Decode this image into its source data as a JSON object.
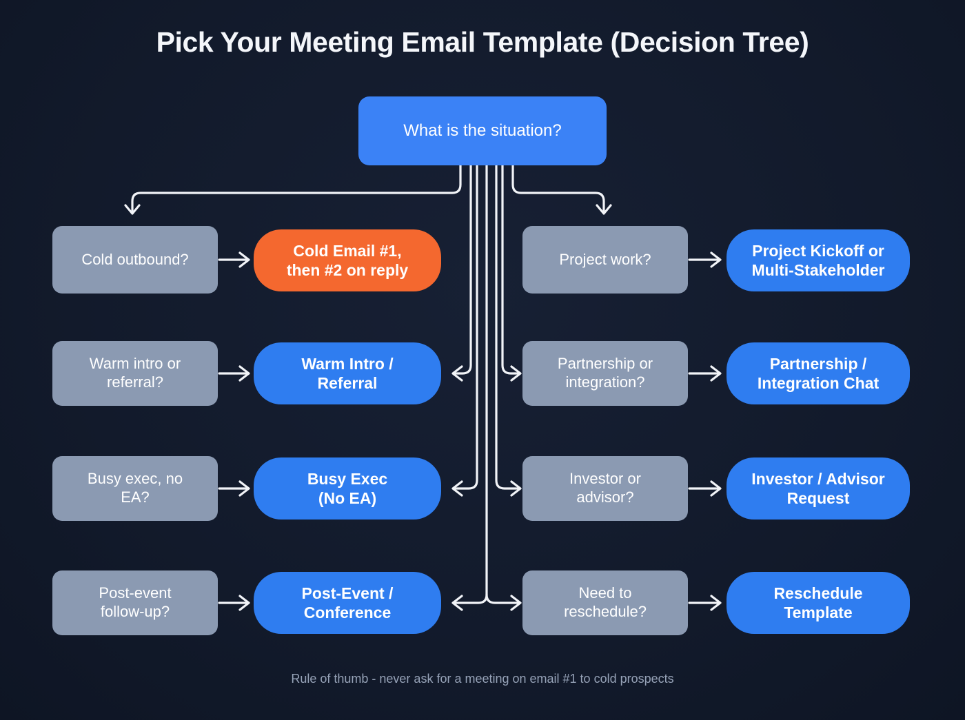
{
  "header": {
    "title": "Pick Your Meeting Email Template (Decision Tree)"
  },
  "footer": {
    "note": "Rule of thumb - never ask for a meeting on email #1 to cold prospects"
  },
  "colors": {
    "background": "#131b2c",
    "root_node": "#3b82f6",
    "question_node": "#8b9ab2",
    "answer_node": "#2f7df0",
    "highlight_node": "#f4682f",
    "connector": "#f2f4f8",
    "title_text": "#f4f6fa",
    "footer_text": "#97a3b8"
  },
  "diagram": {
    "type": "decision-tree",
    "root": {
      "id": "root",
      "label": "What is the situation?",
      "style": "root"
    },
    "branches": [
      {
        "row": 1,
        "side": "left",
        "question": {
          "id": "q-cold-outbound",
          "label": "Cold outbound?",
          "style": "question"
        },
        "answer": {
          "id": "a-cold-email",
          "label": "Cold Email #1,\nthen #2 on reply",
          "style": "highlight"
        }
      },
      {
        "row": 1,
        "side": "right",
        "question": {
          "id": "q-project-work",
          "label": "Project work?",
          "style": "question"
        },
        "answer": {
          "id": "a-project-kickoff",
          "label": "Project Kickoff or\nMulti-Stakeholder",
          "style": "answer"
        }
      },
      {
        "row": 2,
        "side": "left",
        "question": {
          "id": "q-warm-intro",
          "label": "Warm intro or\nreferral?",
          "style": "question"
        },
        "answer": {
          "id": "a-warm-intro",
          "label": "Warm Intro /\nReferral",
          "style": "answer"
        }
      },
      {
        "row": 2,
        "side": "right",
        "question": {
          "id": "q-partnership",
          "label": "Partnership or\nintegration?",
          "style": "question"
        },
        "answer": {
          "id": "a-partnership",
          "label": "Partnership /\nIntegration Chat",
          "style": "answer"
        }
      },
      {
        "row": 3,
        "side": "left",
        "question": {
          "id": "q-busy-exec",
          "label": "Busy exec, no\nEA?",
          "style": "question"
        },
        "answer": {
          "id": "a-busy-exec",
          "label": "Busy Exec\n(No EA)",
          "style": "answer"
        }
      },
      {
        "row": 3,
        "side": "right",
        "question": {
          "id": "q-investor",
          "label": "Investor or\nadvisor?",
          "style": "question"
        },
        "answer": {
          "id": "a-investor",
          "label": "Investor / Advisor\nRequest",
          "style": "answer"
        }
      },
      {
        "row": 4,
        "side": "left",
        "question": {
          "id": "q-post-event",
          "label": "Post-event\nfollow-up?",
          "style": "question"
        },
        "answer": {
          "id": "a-post-event",
          "label": "Post-Event /\nConference",
          "style": "answer"
        }
      },
      {
        "row": 4,
        "side": "right",
        "question": {
          "id": "q-reschedule",
          "label": "Need to\nreschedule?",
          "style": "question"
        },
        "answer": {
          "id": "a-reschedule",
          "label": "Reschedule\nTemplate",
          "style": "answer"
        }
      }
    ]
  }
}
